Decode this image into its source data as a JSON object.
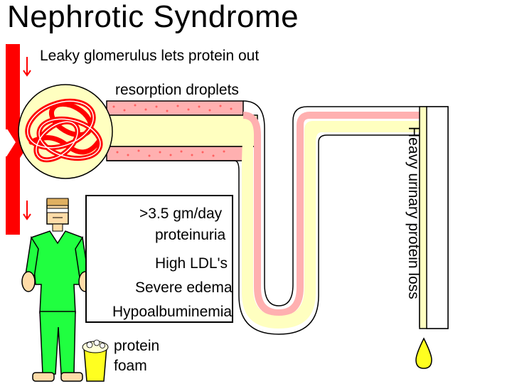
{
  "title": "Nephrotic Syndrome",
  "labels": {
    "leaky": "Leaky glomerulus lets protein out",
    "droplets": "resorption droplets",
    "urine_loss": "Heavy urinary protein loss",
    "foam_line1": "protein",
    "foam_line2": "foam"
  },
  "info_box": {
    "line1": ">3.5 gm/day",
    "line2": "proteinuria",
    "line3": "High LDL's",
    "line4": "Severe edema",
    "line5": "Hypoalbuminemia"
  },
  "colors": {
    "blood": "#ff0000",
    "tubule_fill": "#ffffc0",
    "tubule_wall": "#ffb0b0",
    "person": "#20ff40",
    "skin": "#ffdca8",
    "urine_drop": "#ffff20"
  }
}
